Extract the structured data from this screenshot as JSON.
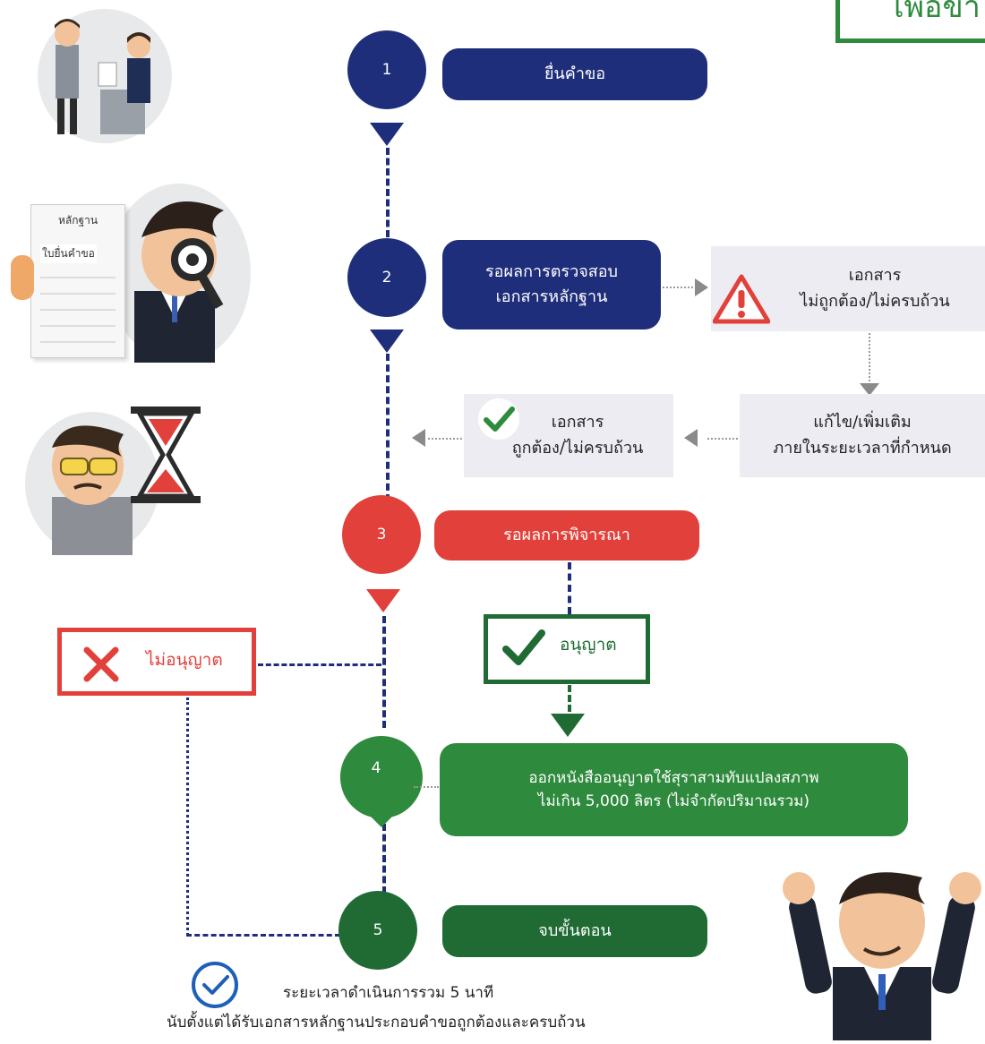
{
  "header": {
    "title_fragment": "เพื่อขา"
  },
  "steps": [
    {
      "number": "1",
      "label": "ยื่นคำขอ"
    },
    {
      "number": "2",
      "label_line1": "รอผลการตรวจสอบ",
      "label_line2": "เอกสารหลักฐาน"
    },
    {
      "number": "3",
      "label": "รอผลการพิจารณา"
    },
    {
      "number": "4",
      "label_line1": "ออกหนังสืออนุญาตใช้สุราสามทับแปลงสภาพ",
      "label_line2": "ไม่เกิน 5,000 ลิตร (ไม่จำกัดปริมาณรวม)"
    },
    {
      "number": "5",
      "label": "จบขั้นตอน"
    }
  ],
  "branches": {
    "doc_invalid": {
      "line1": "เอกสาร",
      "line2": "ไม่ถูกต้อง/ไม่ครบถ้วน"
    },
    "fix": {
      "line1": "แก้ไข/เพิ่มเติม",
      "line2": "ภายในระยะเวลาที่กำหนด"
    },
    "doc_valid": {
      "line1": "เอกสาร",
      "line2": "ถูกต้อง/ไม่ครบถ้วน"
    },
    "approved": "อนุญาต",
    "rejected": "ไม่อนุญาต"
  },
  "illustration": {
    "document_title": "หลักฐาน",
    "document_subtitle": "ใบยื่นคำขอ"
  },
  "footer": {
    "line1": "ระยะเวลาดำเนินการรวม 5 นาที",
    "line2": "นับตั้งแต่ได้รับเอกสารหลักฐานประกอบคำขอถูกต้องและครบถ้วน"
  },
  "colors": {
    "navy": "#1f2e7a",
    "red": "#e2403a",
    "green": "#2e8b3d",
    "dark_green": "#1f6b33",
    "gray_box": "#ececf2"
  }
}
